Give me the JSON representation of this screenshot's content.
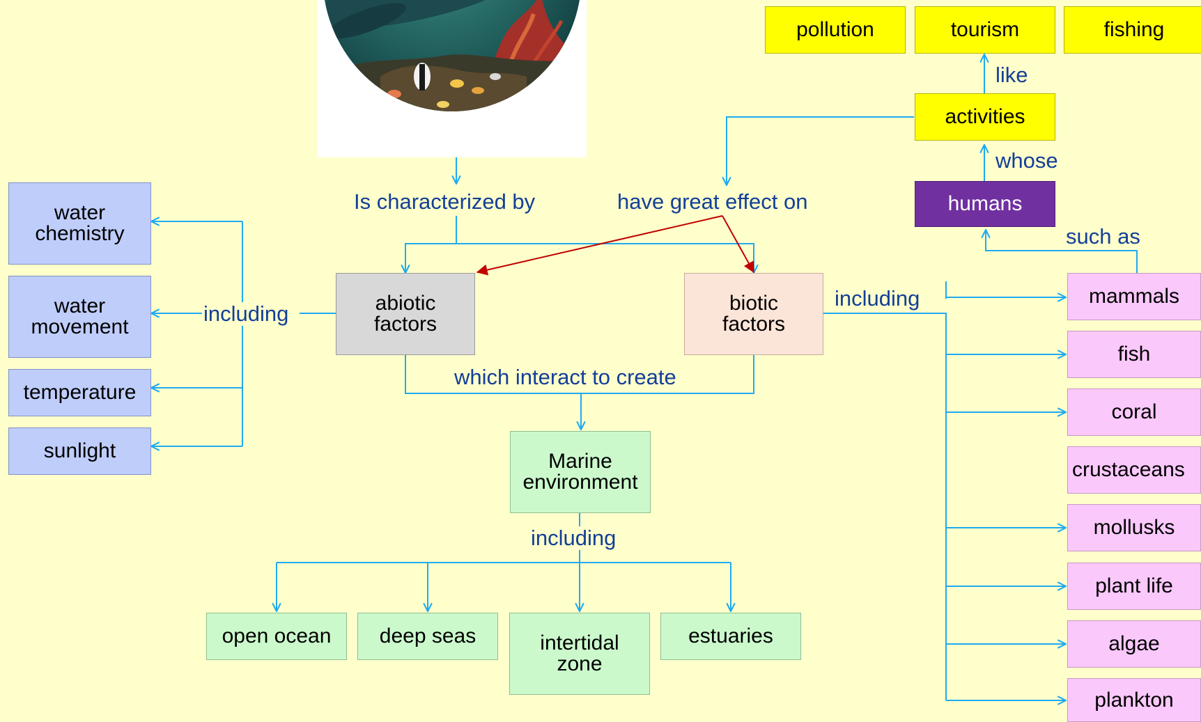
{
  "nodes": {
    "water_chemistry": "water\nchemistry",
    "water_movement": "water\nmovement",
    "temperature": "temperature",
    "sunlight": "sunlight",
    "abiotic": "abiotic\nfactors",
    "biotic": "biotic\nfactors",
    "marine": "Marine\nenvironment",
    "open_ocean": "open ocean",
    "deep_seas": "deep seas",
    "intertidal": "intertidal\nzone",
    "estuaries": "estuaries",
    "mammals": "mammals",
    "fish": "fish",
    "coral": "coral",
    "crustaceans": "crustaceans",
    "mollusks": "mollusks",
    "plant_life": "plant life",
    "algae": "algae",
    "plankton": "plankton",
    "humans": "humans",
    "activities": "activities",
    "pollution": "pollution",
    "tourism": "tourism",
    "fishing": "fishing"
  },
  "links": {
    "characterized": "Is characterized by",
    "great_effect": "have great effect on",
    "including_abiotic": "including",
    "including_biotic": "including",
    "interact": "which interact to create",
    "including_marine": "including",
    "such_as": "such as",
    "whose": "whose",
    "like": "like"
  },
  "colors": {
    "connector": "#1eaaf1",
    "effect_arrow": "#c00000",
    "link_text": "#123f97",
    "background": "#ffffcc"
  },
  "image": {
    "subject": "underwater scene with whales, coral reef and tropical fish"
  }
}
